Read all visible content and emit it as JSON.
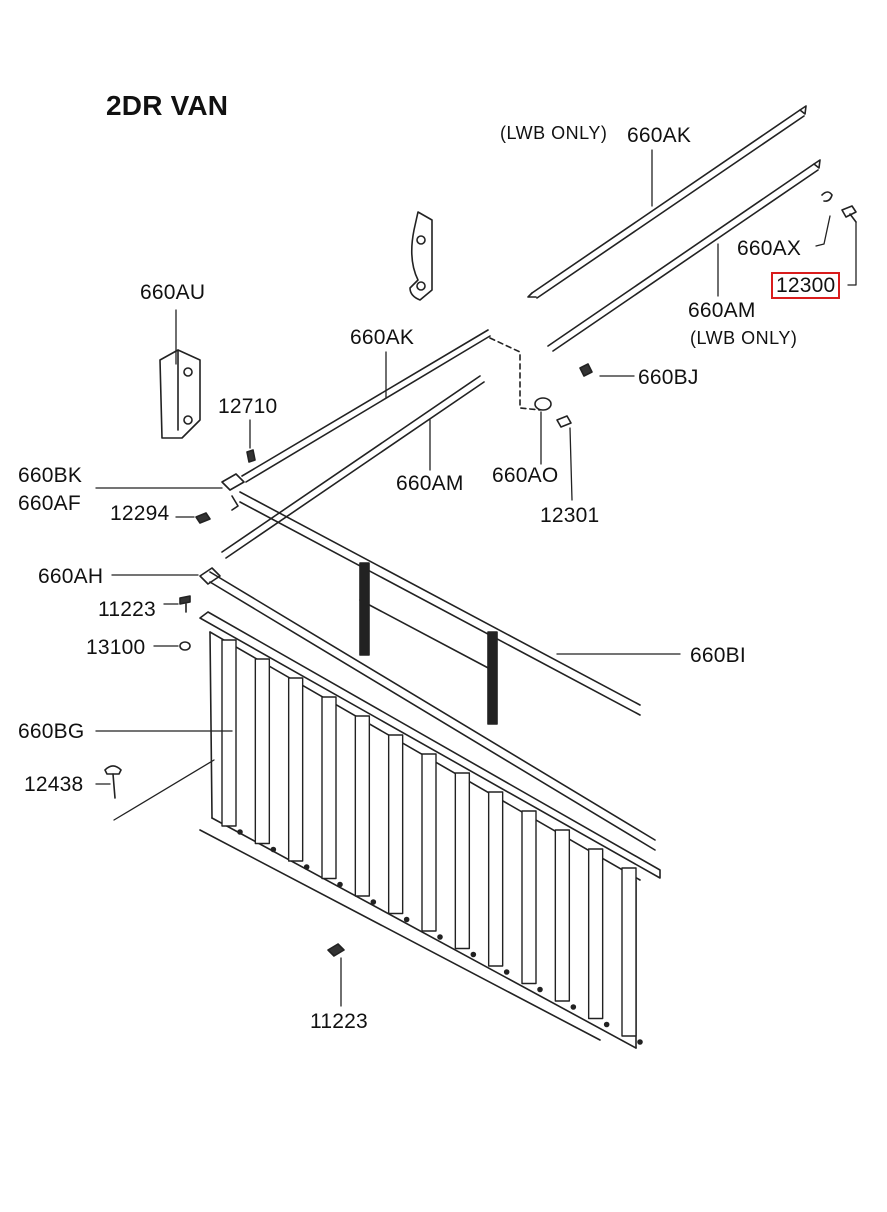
{
  "diagram": {
    "title": "2DR VAN",
    "notes": {
      "lwb_only_top": "(LWB ONLY)",
      "lwb_only_right": "(LWB ONLY)"
    },
    "parts": {
      "p660ak_top": "660AK",
      "p660am_top": "660AM",
      "p660ax": "660AX",
      "p12300": "12300",
      "p660au": "660AU",
      "p660ak_mid": "660AK",
      "p660bj": "660BJ",
      "p12710": "12710",
      "p660bk": "660BK",
      "p660af": "660AF",
      "p660am_mid": "660AM",
      "p660ao": "660AO",
      "p12301": "12301",
      "p12294": "12294",
      "p660ah": "660AH",
      "p11223_top": "11223",
      "p13100": "13100",
      "p660bi": "660BI",
      "p660bg": "660BG",
      "p12438": "12438",
      "p11223_bottom": "11223"
    },
    "highlighted_part": "12300",
    "highlight_color": "#d91c1c"
  }
}
